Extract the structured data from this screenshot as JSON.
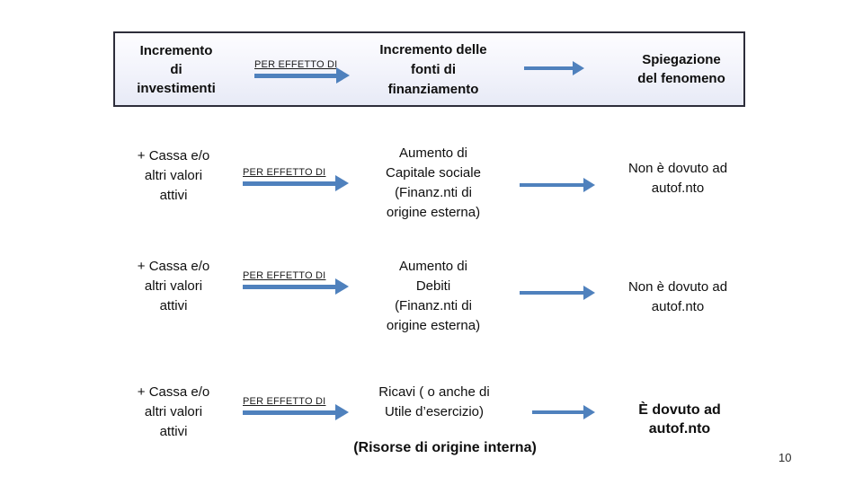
{
  "colors": {
    "arrow_blue": "#4f81bd",
    "box_border": "#2d2d3a"
  },
  "header": {
    "left_label": "Incremento\ndi\ninvestimenti",
    "arrow_label": "PER EFFETTO DI",
    "center_label": "Incremento delle\nfonti di\nfinanziamento",
    "right_label": "Spiegazione\ndel fenomeno"
  },
  "rows": [
    {
      "left": "+ Cassa e/o\naltri valori\nattivi",
      "arrow_label": "PER EFFETTO DI",
      "middle": "Aumento di\nCapitale sociale\n(Finanz.nti di\norigine esterna)",
      "right": "Non è dovuto  ad\nautof.nto"
    },
    {
      "left": "+ Cassa e/o\naltri valori\nattivi",
      "arrow_label": "PER EFFETTO DI",
      "middle": "Aumento di\nDebiti\n(Finanz.nti di\norigine esterna)",
      "right": "Non è dovuto ad\nautof.nto"
    },
    {
      "left": "+ Cassa e/o\naltri valori\nattivi",
      "arrow_label": "PER EFFETTO DI",
      "middle": "Ricavi ( o anche di\nUtile d’esercizio)",
      "right": "È dovuto ad\nautof.nto"
    }
  ],
  "footer_note": "(Risorse di origine interna)",
  "page_number": "10"
}
